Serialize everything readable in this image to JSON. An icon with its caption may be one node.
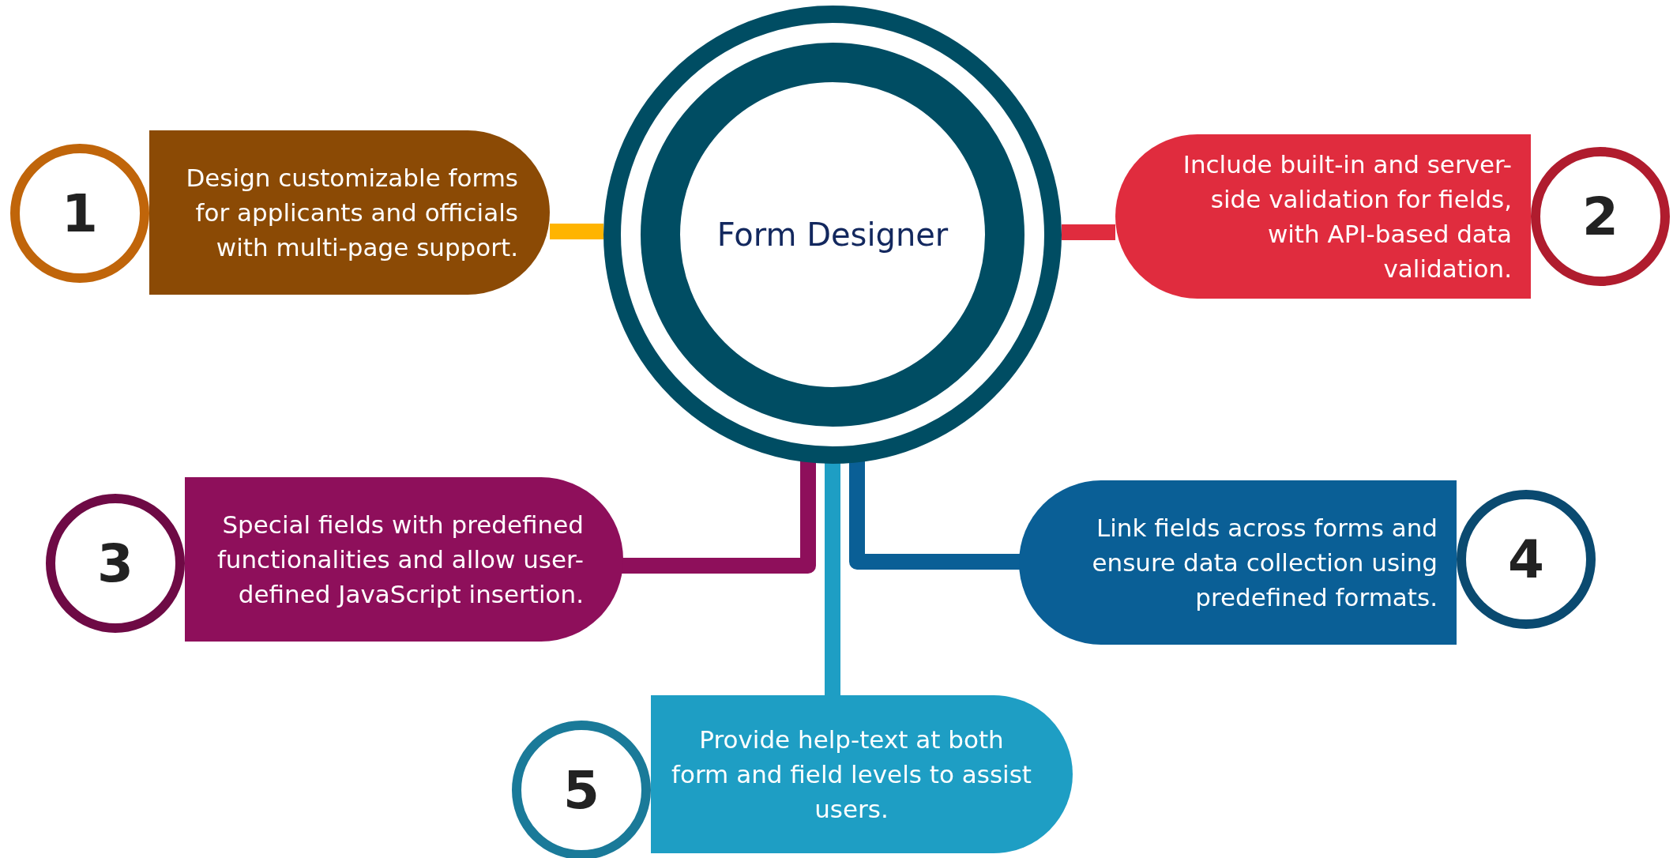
{
  "diagram": {
    "nodes": [
      {
        "text": [
          "Form Designer"
        ]
      },
      {
        "text": [
          "Design customizable forms for applicants and officials with multi-page support."
        ]
      },
      {
        "text": [
          "1"
        ]
      },
      {
        "text": [
          "Include built-in and server-side validation for fields, with API-based data validation."
        ]
      },
      {
        "text": [
          "2"
        ]
      },
      {
        "text": [
          "Special fields  with predefined functionalities and allow user-defined JavaScript insertion."
        ]
      },
      {
        "text": [
          "3"
        ]
      },
      {
        "text": [
          "Link fields across forms and ensure data collection using predefined formats."
        ]
      },
      {
        "text": [
          "4"
        ]
      },
      {
        "text": [
          "Provide help-text at both form and field levels to assist users."
        ]
      },
      {
        "text": [
          "5"
        ]
      }
    ],
    "edges": [
      {
        "from": 0,
        "to": 1,
        "arrow": "none",
        "color": "#ffb400"
      },
      {
        "from": 0,
        "to": 3,
        "arrow": "none",
        "color": "#e02c3e"
      },
      {
        "from": 0,
        "to": 5,
        "arrow": "none",
        "color": "#8e0f5b"
      },
      {
        "from": 0,
        "to": 7,
        "arrow": "none",
        "color": "#0a5f96"
      },
      {
        "from": 0,
        "to": 9,
        "arrow": "none",
        "color": "#1e9ec4"
      }
    ]
  }
}
